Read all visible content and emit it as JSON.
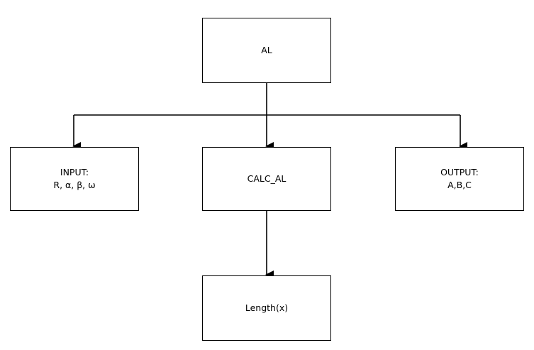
{
  "nodes": {
    "al": {
      "label": "AL"
    },
    "input": {
      "line1": "INPUT:",
      "line2": "R, α, β, ω"
    },
    "calc_al": {
      "label": "CALC_AL"
    },
    "output": {
      "line1": "OUTPUT:",
      "line2": "A,B,C"
    },
    "length": {
      "label": "Length(x)"
    }
  },
  "edges": [
    {
      "from": "AL",
      "to": "INPUT:"
    },
    {
      "from": "AL",
      "to": "CALC_AL"
    },
    {
      "from": "AL",
      "to": "OUTPUT:"
    },
    {
      "from": "CALC_AL",
      "to": "Length(x)"
    }
  ],
  "colors": {
    "stroke": "#000000",
    "background": "#ffffff"
  }
}
